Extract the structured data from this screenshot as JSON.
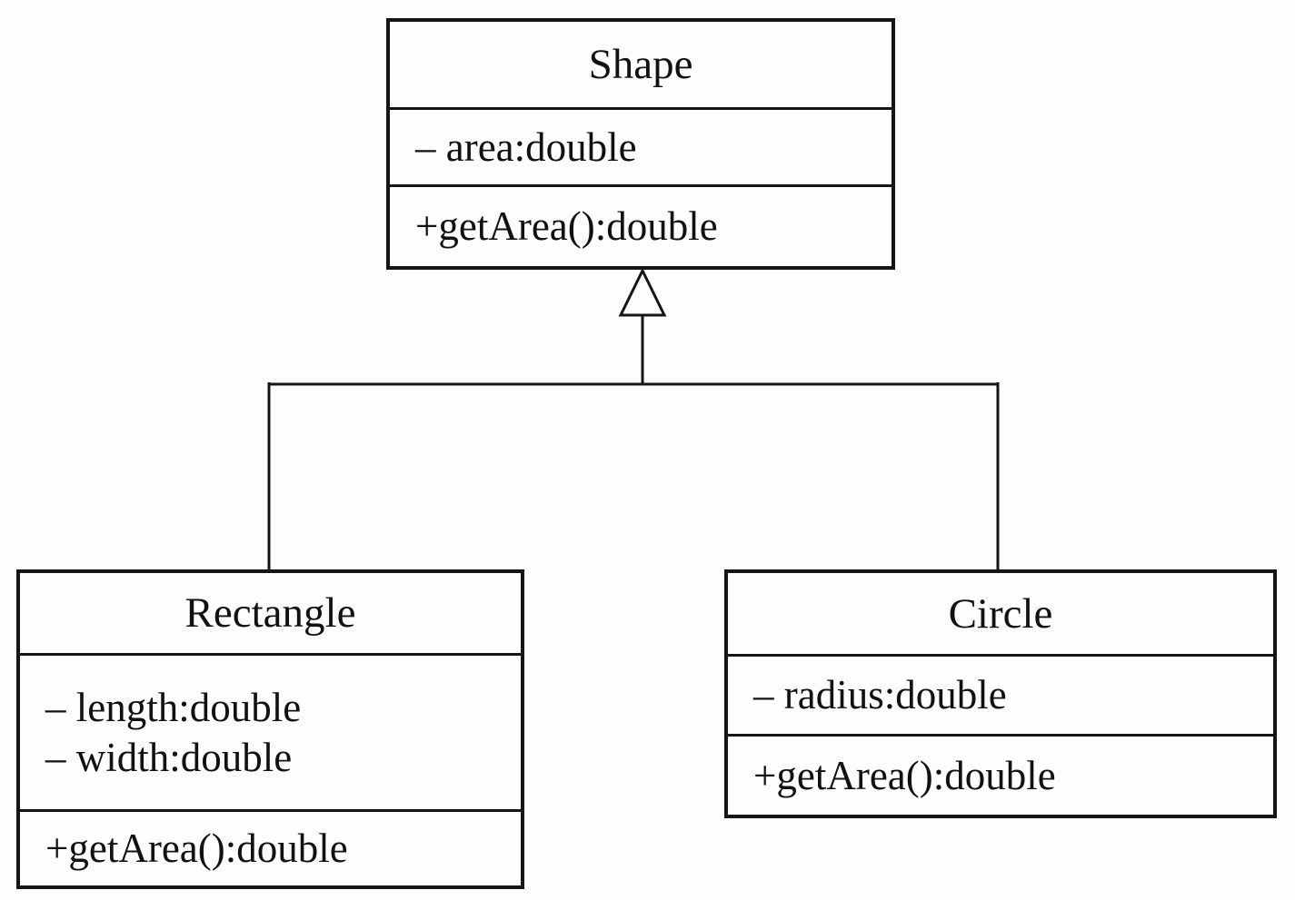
{
  "diagram": {
    "kind": "uml-class-diagram",
    "colors": {
      "background": "#fdfdfb",
      "line": "#151515",
      "text": "#111111",
      "box_fill": "#fdfdfb"
    },
    "classes": [
      {
        "name": "Shape",
        "attributes": [
          "– area:double"
        ],
        "methods": [
          "+getArea():double"
        ]
      },
      {
        "name": "Rectangle",
        "attributes": [
          "– length:double",
          "– width:double"
        ],
        "methods": [
          "+getArea():double"
        ]
      },
      {
        "name": "Circle",
        "attributes": [
          "– radius:double"
        ],
        "methods": [
          "+getArea():double"
        ]
      }
    ],
    "relationships": [
      {
        "type": "generalization",
        "from": "Rectangle",
        "to": "Shape"
      },
      {
        "type": "generalization",
        "from": "Circle",
        "to": "Shape"
      }
    ]
  }
}
